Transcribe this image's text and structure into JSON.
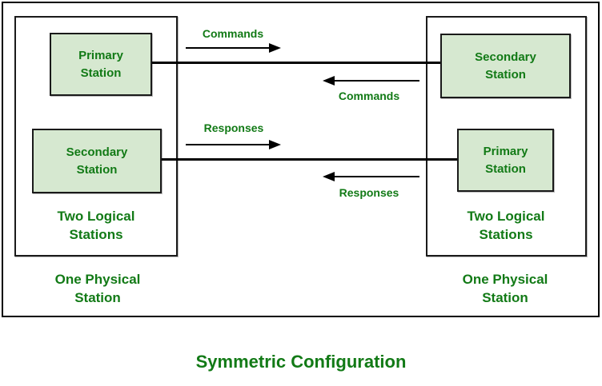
{
  "title": "Symmetric Configuration",
  "colors": {
    "text_green": "#127a16",
    "station_box_fill": "#d6e8d0",
    "line_black": "#000000",
    "border_black": "#1a1a1a"
  },
  "stations": {
    "left": {
      "boxes": [
        {
          "label": "Primary\nStation"
        },
        {
          "label": "Secondary\nStation"
        }
      ],
      "logical_label": "Two Logical\nStations",
      "physical_label": "One Physical\nStation"
    },
    "right": {
      "boxes": [
        {
          "label": "Secondary\nStation"
        },
        {
          "label": "Primary\nStation"
        }
      ],
      "logical_label": "Two Logical\nStations",
      "physical_label": "One Physical\nStation"
    }
  },
  "flows": [
    {
      "label": "Commands",
      "direction": "left-to-right"
    },
    {
      "label": "Commands",
      "direction": "right-to-left"
    },
    {
      "label": "Responses",
      "direction": "left-to-right"
    },
    {
      "label": "Responses",
      "direction": "right-to-left"
    }
  ]
}
